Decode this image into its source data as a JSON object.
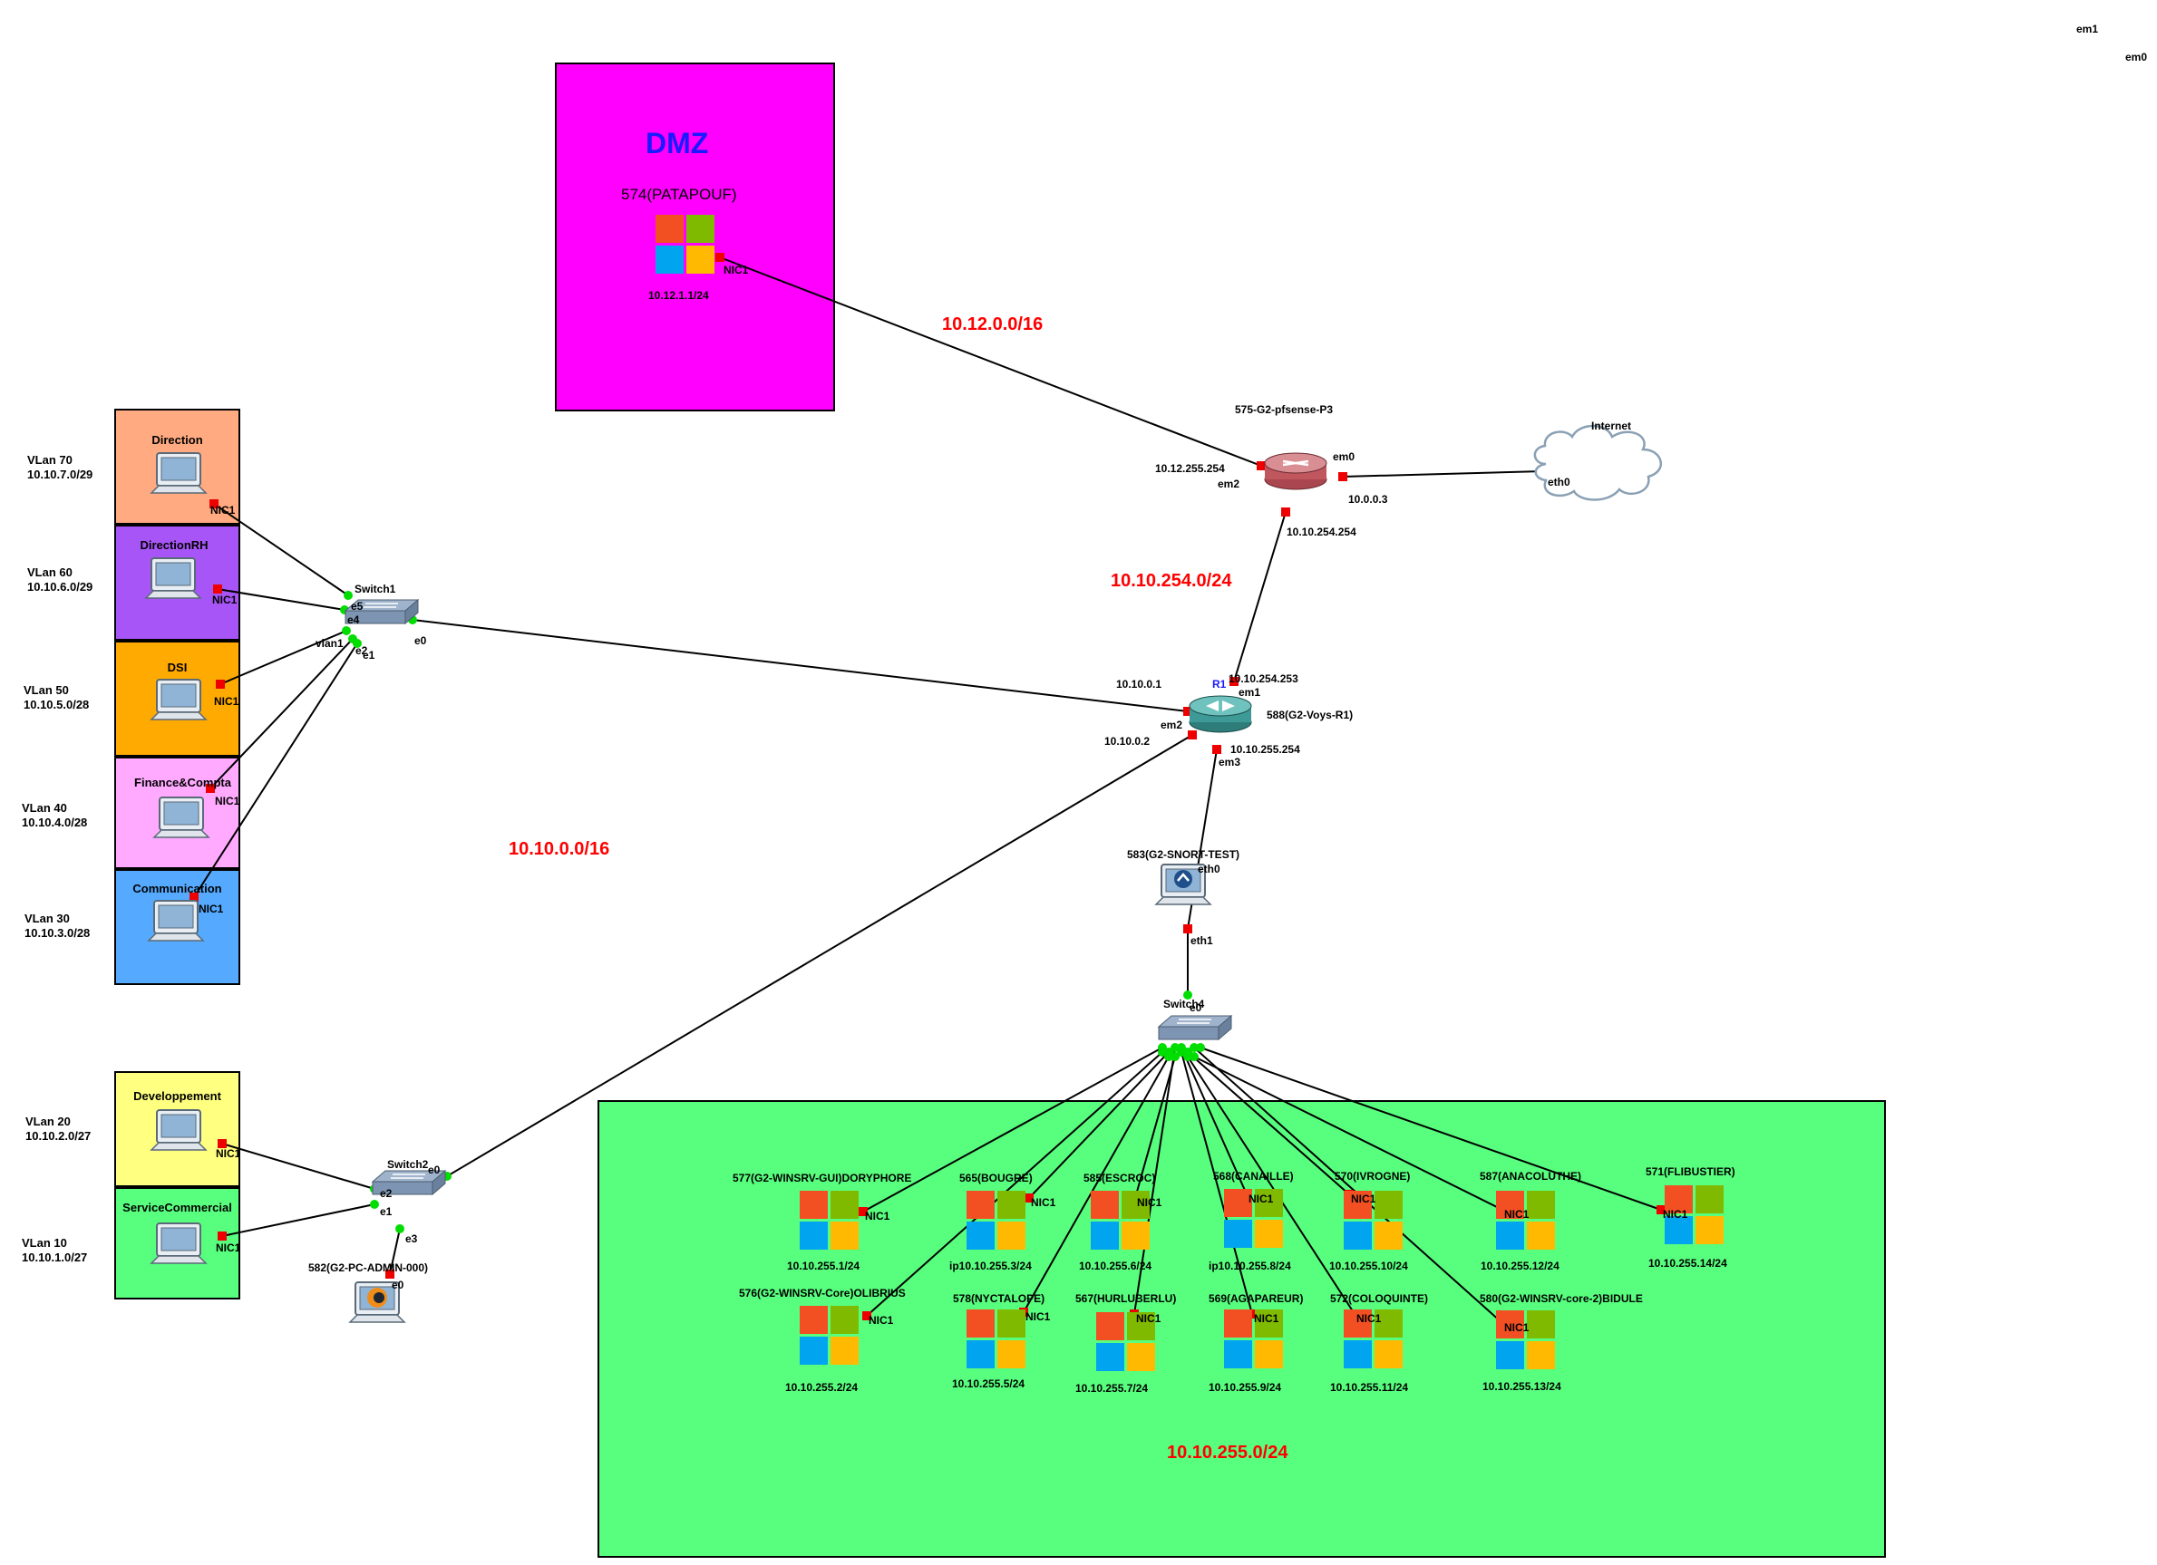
{
  "corner_labels": {
    "em1": "em1",
    "em0": "em0"
  },
  "zones": {
    "dmz": {
      "title": "DMZ",
      "color": "#ff00ff"
    },
    "servers": {
      "color": "#58ff7e"
    },
    "vlan_boxes": [
      {
        "title": "Direction",
        "color": "#ffaa80"
      },
      {
        "title": "DirectionRH",
        "color": "#a855f7"
      },
      {
        "title": "DSI",
        "color": "#ffaa00"
      },
      {
        "title": "Finance&Compta",
        "color": "#ffaaff"
      },
      {
        "title": "Communication",
        "color": "#55aaff"
      },
      {
        "title": "Developpement",
        "color": "#ffff80"
      },
      {
        "title": "ServiceCommercial",
        "color": "#58ff7e"
      }
    ]
  },
  "vlans": [
    {
      "name": "VLan 70",
      "subnet": "10.10.7.0/29"
    },
    {
      "name": "VLan 60",
      "subnet": "10.10.6.0/29"
    },
    {
      "name": "VLan 50",
      "subnet": "10.10.5.0/28"
    },
    {
      "name": "VLan 40",
      "subnet": "10.10.4.0/28"
    },
    {
      "name": "VLan 30",
      "subnet": "10.10.3.0/28"
    },
    {
      "name": "VLan 20",
      "subnet": "10.10.2.0/27"
    },
    {
      "name": "VLan 10",
      "subnet": "10.10.1.0/27"
    }
  ],
  "networks": {
    "dmz": "10.12.0.0/16",
    "transit": "10.10.254.0/24",
    "lan": "10.10.0.0/16",
    "servers": "10.10.255.0/24"
  },
  "dmz_host": {
    "name": "574(PATAPOUF)",
    "ip": "10.12.1.1/24",
    "port": "NIC1"
  },
  "firewall": {
    "name": "575-G2-pfsense-P3",
    "ports": {
      "em0": "em0",
      "em2": "em2"
    },
    "ips": {
      "dmz": "10.12.255.254",
      "wan": "10.0.0.3",
      "lan": "10.10.254.254"
    }
  },
  "internet": {
    "name": "Internet",
    "port": "eth0"
  },
  "router": {
    "badge": "R1",
    "name": "588(G2-Voys-R1)",
    "ports": {
      "em1": "em1",
      "em2": "em2",
      "em3": "em3"
    },
    "ips": {
      "upstream": "10.10.254.253",
      "lan1": "10.10.0.1",
      "lan2": "10.10.0.2",
      "servers": "10.10.255.254"
    }
  },
  "snort": {
    "name": "583(G2-SNORT-TEST)",
    "port_in": "eth0",
    "port_out": "eth1"
  },
  "switch1": {
    "name": "Switch1",
    "ports": {
      "e5": "e5",
      "e4": "e4",
      "vlan1": "vlan1",
      "e2": "e2",
      "e1": "e1",
      "e0": "e0"
    }
  },
  "switch2": {
    "name": "Switch2",
    "ports": {
      "e0": "e0",
      "e2": "e2",
      "e1": "e1",
      "e3": "e3"
    }
  },
  "switch4": {
    "name": "Switch4",
    "port": "e0"
  },
  "admin_pc": {
    "name": "582(G2-PC-ADMIN-000)",
    "port": "e0"
  },
  "host_port": "NIC1",
  "servers": [
    {
      "name": "577(G2-WINSRV-GUI)DORYPHORE",
      "ip": "10.10.255.1/24"
    },
    {
      "name": "565(BOUGRE)",
      "ip": "ip10.10.255.3/24"
    },
    {
      "name": "585(ESCROC)",
      "ip": "10.10.255.6/24"
    },
    {
      "name": "568(CANAILLE)",
      "ip": "ip10.10.255.8/24"
    },
    {
      "name": "570(IVROGNE)",
      "ip": "10.10.255.10/24"
    },
    {
      "name": "587(ANACOLUTHE)",
      "ip": "10.10.255.12/24"
    },
    {
      "name": "571(FLIBUSTIER)",
      "ip": "10.10.255.14/24"
    },
    {
      "name": "576(G2-WINSRV-Core)OLIBRIUS",
      "ip": "10.10.255.2/24"
    },
    {
      "name": "578(NYCTALOPE)",
      "ip": "10.10.255.5/24"
    },
    {
      "name": "567(HURLUBERLU)",
      "ip": "10.10.255.7/24"
    },
    {
      "name": "569(AGAPAREUR)",
      "ip": "10.10.255.9/24"
    },
    {
      "name": "572(COLOQUINTE)",
      "ip": "10.10.255.11/24"
    },
    {
      "name": "580(G2-WINSRV-core-2)BIDULE",
      "ip": "10.10.255.13/24"
    }
  ],
  "colors": {
    "link": "#000000",
    "port_up": "#00dd00",
    "port_down": "#ee0000",
    "net_label": "#ff0000"
  }
}
